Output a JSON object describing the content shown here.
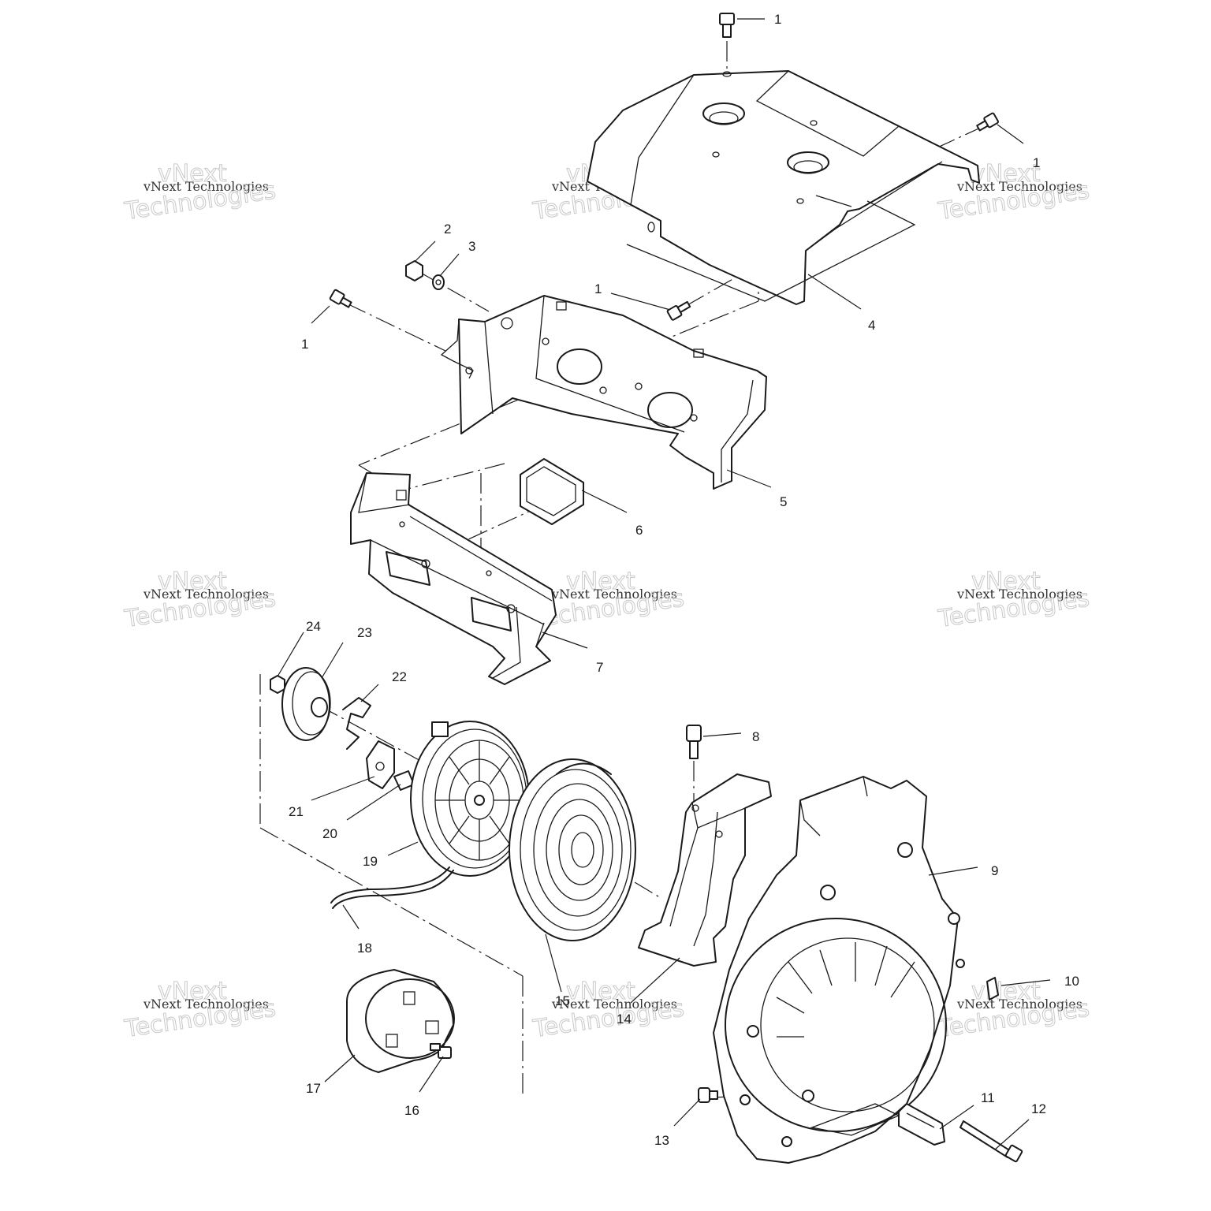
{
  "watermark": {
    "line1": "vNext Technologies",
    "line2": "vNext",
    "line3": "Technologies"
  },
  "callouts": {
    "c1a": "1",
    "c1b": "1",
    "c1c": "1",
    "c1d": "1",
    "c2": "2",
    "c3": "3",
    "c4": "4",
    "c5": "5",
    "c6": "6",
    "c7": "7",
    "c8": "8",
    "c9": "9",
    "c10": "10",
    "c11": "11",
    "c12": "12",
    "c13": "13",
    "c14": "14",
    "c15": "15",
    "c16": "16",
    "c17": "17",
    "c18": "18",
    "c19": "19",
    "c20": "20",
    "c21": "21",
    "c22": "22",
    "c23": "23",
    "c24": "24"
  }
}
